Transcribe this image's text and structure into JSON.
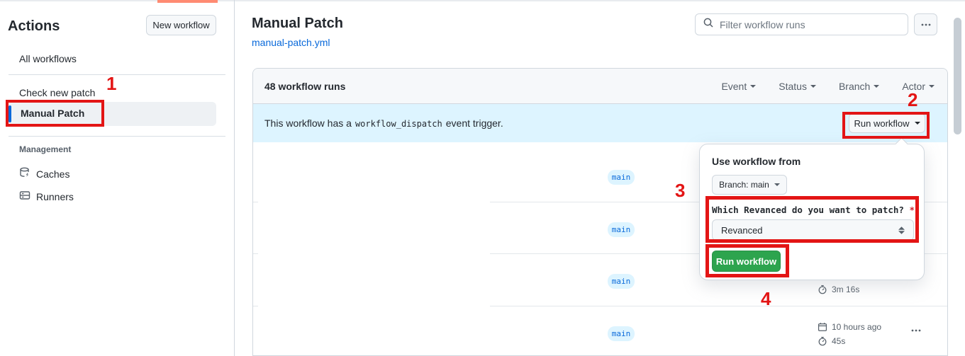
{
  "colors": {
    "accent_blue": "#0969da",
    "banner_bg": "#ddf4ff",
    "annotation_red": "#e31515",
    "success_green": "#2da44e"
  },
  "sidebar": {
    "title": "Actions",
    "new_workflow_button": "New workflow",
    "nav": [
      {
        "label": "All workflows"
      },
      {
        "label": "Check new patch"
      },
      {
        "label": "Manual Patch"
      }
    ],
    "management_label": "Management",
    "management": [
      {
        "label": "Caches"
      },
      {
        "label": "Runners"
      }
    ]
  },
  "header": {
    "title": "Manual Patch",
    "file_link": "manual-patch.yml",
    "filter_placeholder": "Filter workflow runs"
  },
  "runs": {
    "count_label": "48 workflow runs",
    "filters": [
      "Event",
      "Status",
      "Branch",
      "Actor"
    ],
    "banner_text_before": "This workflow has a",
    "banner_code": "workflow_dispatch",
    "banner_text_after": "event trigger.",
    "run_workflow_button": "Run workflow",
    "rows": [
      {
        "branch": "main"
      },
      {
        "branch": "main"
      },
      {
        "branch": "main",
        "duration": "3m 16s"
      },
      {
        "branch": "main",
        "started": "10 hours ago",
        "duration": "45s"
      }
    ]
  },
  "popup": {
    "title": "Use workflow from",
    "branch_selector": "Branch: main",
    "question_label": "Which Revanced do you want to patch?",
    "required_mark": "*",
    "select_value": "Revanced",
    "run_button": "Run workflow"
  },
  "annotations": {
    "step1": "1",
    "step2": "2",
    "step3": "3",
    "step4": "4"
  }
}
